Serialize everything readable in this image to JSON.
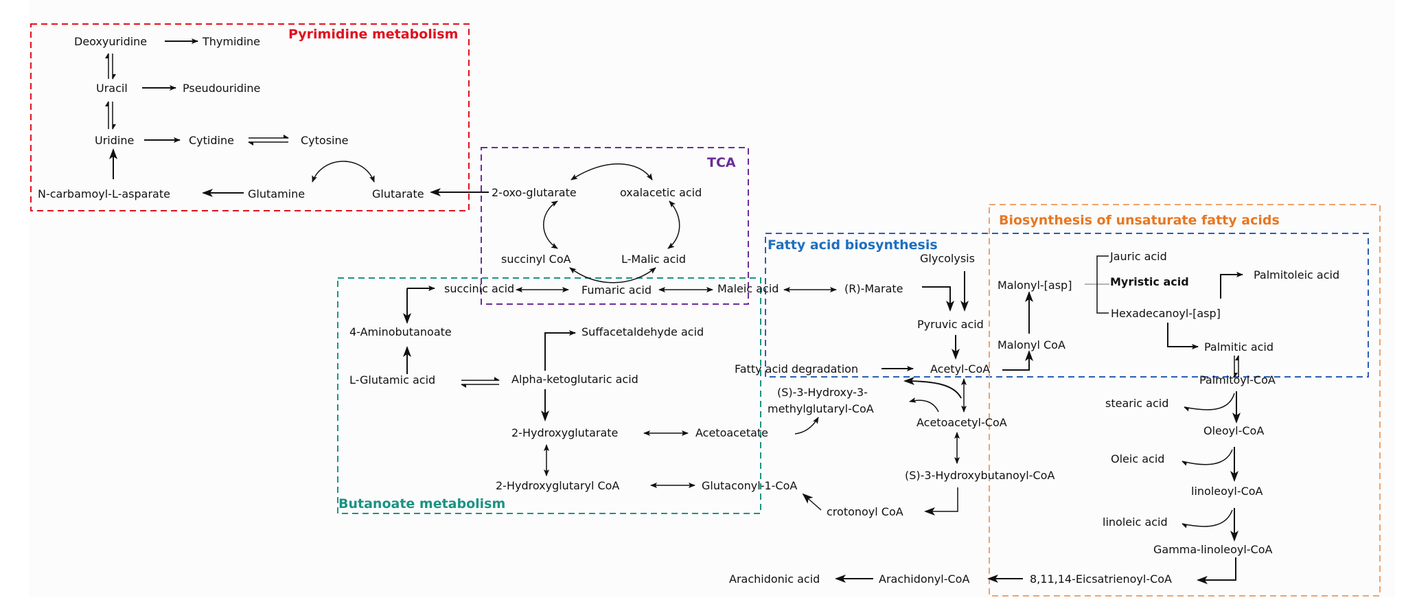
{
  "colors": {
    "pyrimidine": "#e0101e",
    "tca": "#6a2c9a",
    "butanoate": "#1a9384",
    "fatty_acid_biosynthesis": "#2a5db5",
    "unsaturated": "#f0a26a",
    "unsaturated_title": "#e87722",
    "fatty_title": "#1f6fbf",
    "node_default": "#111111",
    "highlight_red": "#e0101e",
    "highlight_blue": "#1f6fbf",
    "highlight_orange": "#e87722"
  },
  "pathways": [
    {
      "id": "pyrimidine",
      "title": "Pyrimidine metabolism"
    },
    {
      "id": "tca",
      "title": "TCA"
    },
    {
      "id": "butanoate",
      "title": "Butanoate metabolism"
    },
    {
      "id": "fatty",
      "title": "Fatty acid biosynthesis"
    },
    {
      "id": "unsaturated",
      "title": "Biosynthesis of unsaturate fatty acids"
    }
  ],
  "nodes": {
    "deoxyuridine": {
      "label": "Deoxyuridine",
      "highlight": null
    },
    "thymidine": {
      "label": "Thymidine",
      "highlight": null
    },
    "uracil": {
      "label": "Uracil",
      "highlight": null
    },
    "pseudouridine": {
      "label": "Pseudouridine",
      "highlight": null
    },
    "uridine": {
      "label": "Uridine",
      "highlight": null
    },
    "cytidine": {
      "label": "Cytidine",
      "highlight": "red"
    },
    "cytosine": {
      "label": "Cytosine",
      "highlight": null
    },
    "n_carbamoyl": {
      "label": "N-carbamoyl-L-asparate",
      "highlight": null
    },
    "glutamine": {
      "label": "Glutamine",
      "highlight": null
    },
    "glutarate": {
      "label": "Glutarate",
      "highlight": null
    },
    "oxo_glutarate": {
      "label": "2-oxo-glutarate",
      "highlight": null
    },
    "oxalacetic": {
      "label": "oxalacetic acid",
      "highlight": null
    },
    "succinyl_coa": {
      "label": "succinyl CoA",
      "highlight": null
    },
    "l_malic": {
      "label": "L-Malic acid",
      "highlight": null
    },
    "succinic": {
      "label": "succinic acid",
      "highlight": null
    },
    "fumaric": {
      "label": "Fumaric acid",
      "highlight": null
    },
    "maleic": {
      "label": "Maleic acid",
      "highlight": null
    },
    "r_marate": {
      "label": "(R)-Marate",
      "highlight": null
    },
    "aminobutanoate": {
      "label": "4-Aminobutanoate",
      "highlight": null
    },
    "suffacetaldehyde": {
      "label": "Suffacetaldehyde acid",
      "highlight": null
    },
    "l_glutamic": {
      "label": "L-Glutamic acid",
      "highlight": null
    },
    "alpha_keto": {
      "label": "Alpha-ketoglutaric acid",
      "highlight": null
    },
    "hydroxyglutarate": {
      "label": "2-Hydroxyglutarate",
      "highlight": null
    },
    "acetoacetate": {
      "label": "Acetoacetate",
      "highlight": null
    },
    "hydroxyglutaryl_coa": {
      "label": "2-Hydroxyglutaryl CoA",
      "highlight": null
    },
    "glutaconyl": {
      "label": "Glutaconyl-1-CoA",
      "highlight": null
    },
    "glycolysis": {
      "label": "Glycolysis",
      "highlight": null
    },
    "pyruvic": {
      "label": "Pyruvic acid",
      "highlight": null
    },
    "fa_degradation": {
      "label": "Fatty acid degradation",
      "highlight": null
    },
    "acetyl_coa": {
      "label": "Acetyl-CoA",
      "highlight": null
    },
    "hmg_coa_1": {
      "label": "(S)-3-Hydroxy-3-",
      "highlight": null
    },
    "hmg_coa_2": {
      "label": "methylglutaryl-CoA",
      "highlight": null
    },
    "acetoacetyl_coa": {
      "label": "Acetoacetyl-CoA",
      "highlight": null
    },
    "hydroxybutanoyl": {
      "label": "(S)-3-Hydroxybutanoyl-CoA",
      "highlight": null
    },
    "crotonoyl": {
      "label": "crotonoyl CoA",
      "highlight": null
    },
    "malonyl_asp": {
      "label": "Malonyl-[asp]",
      "highlight": null
    },
    "malonyl_coa": {
      "label": "Malonyl CoA",
      "highlight": null
    },
    "jauric": {
      "label": "Jauric acid",
      "highlight": null
    },
    "myristic": {
      "label": "Myristic acid",
      "highlight": "blue-bold"
    },
    "hexadecanoyl": {
      "label": "Hexadecanoyl-[asp]",
      "highlight": null
    },
    "palmitoleic": {
      "label": "Palmitoleic  acid",
      "highlight": "blue"
    },
    "palmitic": {
      "label": "Palmitic acid",
      "highlight": null
    },
    "palmitoyl_coa": {
      "label": "Palmitoyl-CoA",
      "highlight": null
    },
    "stearic": {
      "label": "stearic acid",
      "highlight": "orange"
    },
    "oleoyl_coa": {
      "label": "Oleoyl-CoA",
      "highlight": null
    },
    "oleic": {
      "label": "Oleic acid",
      "highlight": "orange"
    },
    "linoleoyl_coa": {
      "label": "linoleoyl-CoA",
      "highlight": null
    },
    "linoleic": {
      "label": "linoleic acid",
      "highlight": null
    },
    "gamma_linoleoyl": {
      "label": "Gamma-linoleoyl-CoA",
      "highlight": null
    },
    "eicsatrienoyl": {
      "label": "8,11,14-Eicsatrienoyl-CoA",
      "highlight": null
    },
    "arachidonyl_coa": {
      "label": "Arachidonyl-CoA",
      "highlight": null
    },
    "arachidonic": {
      "label": "Arachidonic acid",
      "highlight": null
    }
  }
}
